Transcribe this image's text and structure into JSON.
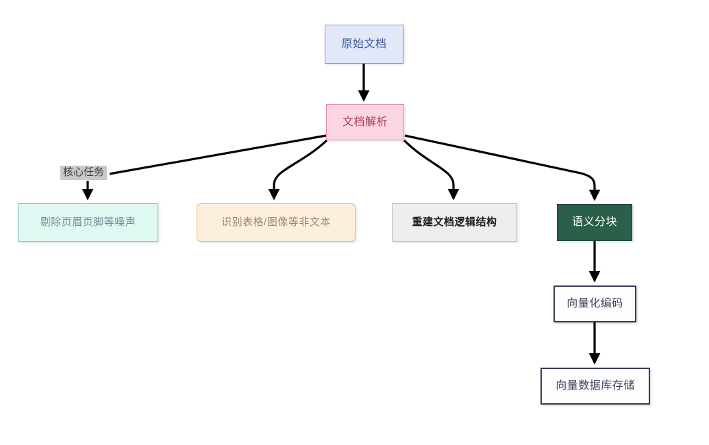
{
  "diagram": {
    "title_text": "",
    "background": "#ffffff",
    "nodes": {
      "source": {
        "label": "原始文档",
        "fill": "#e2e8f7",
        "stroke": "#7f91bd",
        "text_color": "#41568f"
      },
      "parse": {
        "label": "文档解析",
        "fill": "#fbd6e0",
        "stroke": "#e98aa8",
        "text_color": "#a83f5e"
      },
      "noise": {
        "label": "剔除页眉页脚等噪声",
        "fill": "#dff8f2",
        "stroke": "#69c9bb",
        "text_color": "#6f8f93"
      },
      "nontext": {
        "label": "识别表格/图像等非文本",
        "fill": "#fcefdc",
        "stroke": "#e9b878",
        "text_color": "#9b8a73"
      },
      "structure": {
        "label": "重建文档逻辑结构",
        "fill": "#eeeeee",
        "stroke": "#b9b9b9",
        "text_color": "#1d1d1d"
      },
      "chunk": {
        "label": "语义分块",
        "fill": "#2a6049",
        "stroke": "#1d4735",
        "text_color": "#ffffff"
      },
      "embed": {
        "label": "向量化编码",
        "fill": "#fdfdfd",
        "stroke": "#383b54",
        "text_color": "#3c4260"
      },
      "store": {
        "label": "向量数据库存储",
        "fill": "#fdfdfd",
        "stroke": "#383b54",
        "text_color": "#3c4260"
      }
    },
    "edges": [
      {
        "id": "source-parse",
        "from": "原始文档",
        "to": "文档解析",
        "label": ""
      },
      {
        "id": "parse-noise",
        "from": "文档解析",
        "to": "剔除页眉页脚等噪声",
        "label": "核心任务"
      },
      {
        "id": "parse-nontext",
        "from": "文档解析",
        "to": "识别表格/图像等非文本",
        "label": ""
      },
      {
        "id": "parse-structure",
        "from": "文档解析",
        "to": "重建文档逻辑结构",
        "label": ""
      },
      {
        "id": "parse-chunk",
        "from": "文档解析",
        "to": "语义分块",
        "label": ""
      },
      {
        "id": "chunk-embed",
        "from": "语义分块",
        "to": "向量化编码",
        "label": ""
      },
      {
        "id": "embed-store",
        "from": "向量化编码",
        "to": "向量数据库存储",
        "label": ""
      }
    ],
    "edge_labels": {
      "core_task": "核心任务"
    },
    "edge_color": "#000000"
  }
}
